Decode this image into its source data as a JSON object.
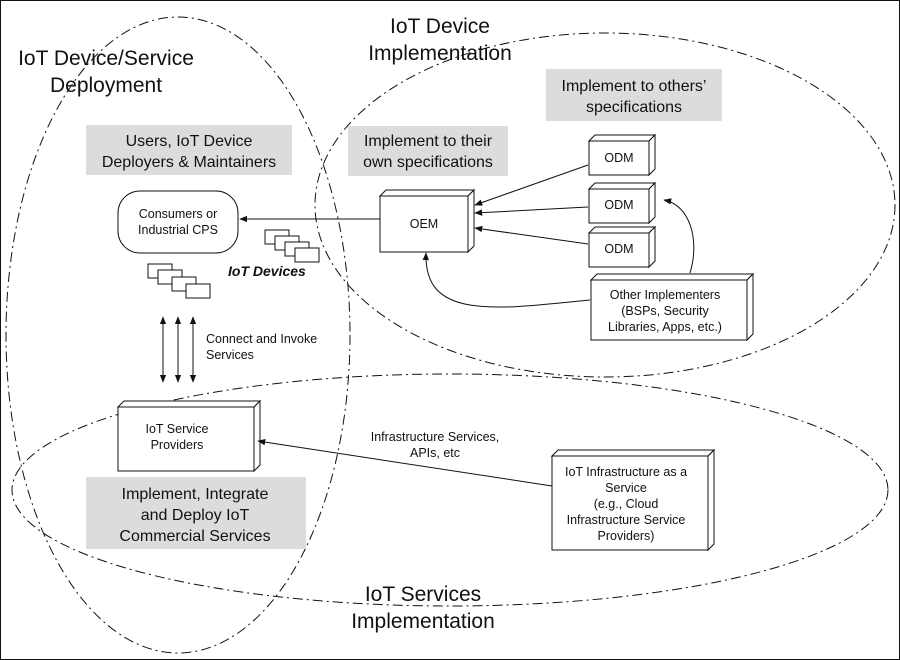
{
  "regions": {
    "deployment": "IoT Device/Service\nDeployment",
    "device_impl": "IoT Device\nImplementation",
    "services_impl": "IoT Services\nImplementation"
  },
  "highlights": {
    "users": "Users, IoT Device\nDeployers & Maintainers",
    "others_specs": "Implement to others’\nspecifications",
    "own_specs": "Implement to their\nown specifications",
    "commercial": "Implement, Integrate\nand Deploy IoT\nCommercial Services"
  },
  "nodes": {
    "consumers": "Consumers or\nIndustrial CPS",
    "oem": "OEM",
    "odm1": "ODM",
    "odm2": "ODM",
    "odm3": "ODM",
    "other_implementers": "Other Implementers\n(BSPs, Security\nLibraries, Apps, etc.)",
    "service_providers": "IoT Service\nProviders",
    "iaas": "IoT Infrastructure as a\nService\n(e.g., Cloud\nInfrastructure Service\nProviders)",
    "iot_devices": "IoT Devices"
  },
  "edge_labels": {
    "connect": "Connect and Invoke\nServices",
    "infrastructure": "Infrastructure Services,\nAPIs, etc"
  }
}
